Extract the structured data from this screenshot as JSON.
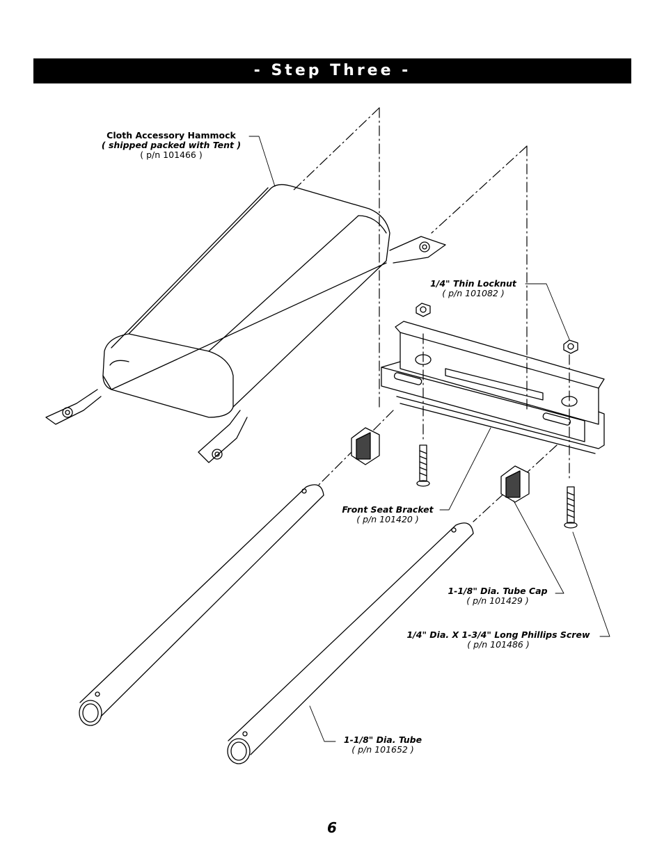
{
  "header": {
    "title": "- Step Three -"
  },
  "labels": {
    "hammock": {
      "name": "Cloth Accessory Hammock",
      "note": "( shipped packed with Tent )",
      "pn": "( p/n 101466 )"
    },
    "locknut": {
      "name": "1/4\" Thin Locknut",
      "pn": "( p/n 101082 )"
    },
    "bracket": {
      "name": "Front Seat Bracket",
      "pn": "( p/n 101420 )"
    },
    "tube_cap": {
      "name": "1-1/8\" Dia. Tube Cap",
      "pn": "( p/n 101429 )"
    },
    "screw": {
      "name": "1/4\" Dia. X 1-3/4\" Long Phillips Screw",
      "pn": "( p/n 101486 )"
    },
    "tube": {
      "name": "1-1/8\" Dia. Tube",
      "pn": "( p/n 101652 )"
    }
  },
  "page_number": "6"
}
